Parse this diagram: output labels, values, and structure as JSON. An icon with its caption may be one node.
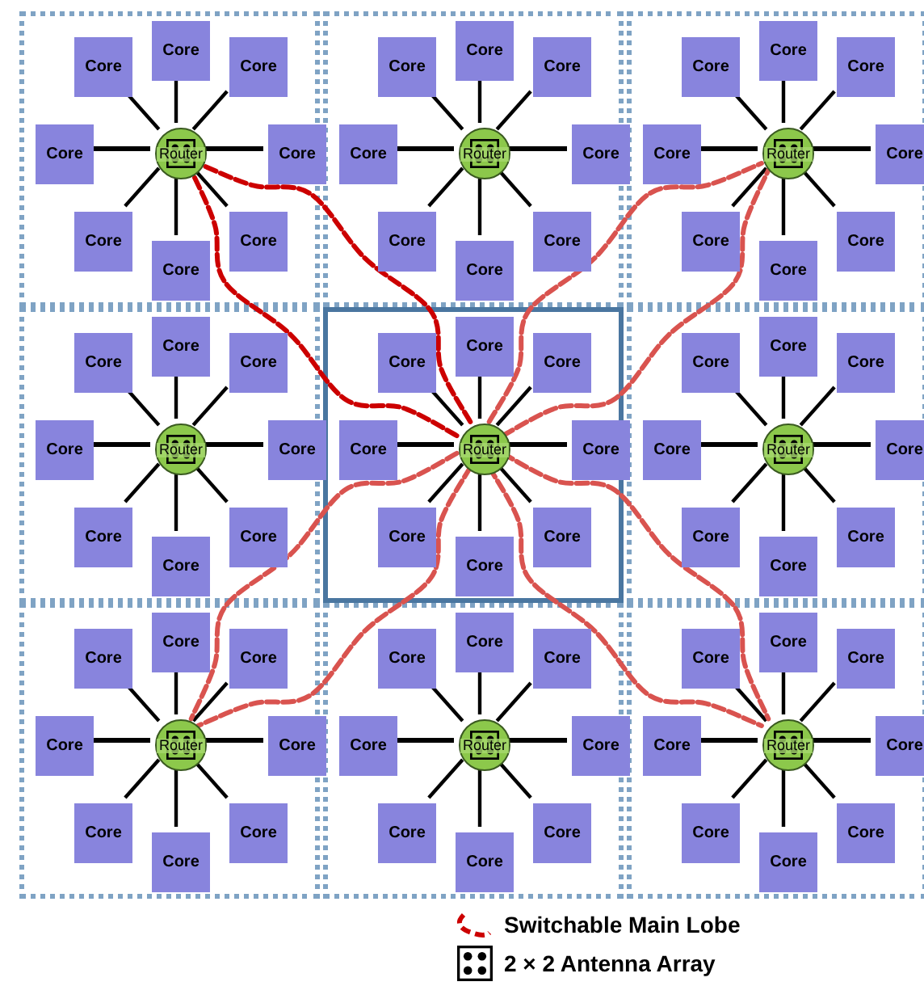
{
  "diagram": {
    "nodes": [
      {
        "text": [],
        "shape": "box"
      },
      {
        "text": [
          "Router"
        ],
        "in": 0
      },
      {
        "text": [
          "Core"
        ],
        "in": 0
      },
      {
        "text": [
          "Core"
        ],
        "in": 0
      },
      {
        "text": [
          "Core"
        ],
        "in": 0
      },
      {
        "text": [
          "Core"
        ],
        "in": 0
      },
      {
        "text": [
          "Core"
        ],
        "in": 0
      },
      {
        "text": [
          "Core"
        ],
        "in": 0
      },
      {
        "text": [
          "Core"
        ],
        "in": 0
      },
      {
        "text": [
          "Core"
        ],
        "in": 0
      },
      {
        "text": [],
        "shape": "box"
      },
      {
        "text": [
          "Router"
        ],
        "in": 10
      },
      {
        "text": [
          "Core"
        ],
        "in": 10
      },
      {
        "text": [
          "Core"
        ],
        "in": 10
      },
      {
        "text": [
          "Core"
        ],
        "in": 10
      },
      {
        "text": [
          "Core"
        ],
        "in": 10
      },
      {
        "text": [
          "Core"
        ],
        "in": 10
      },
      {
        "text": [
          "Core"
        ],
        "in": 10
      },
      {
        "text": [
          "Core"
        ],
        "in": 10
      },
      {
        "text": [
          "Core"
        ],
        "in": 10
      },
      {
        "text": [],
        "shape": "box"
      },
      {
        "text": [
          "Router"
        ],
        "in": 20
      },
      {
        "text": [
          "Core"
        ],
        "in": 20
      },
      {
        "text": [
          "Core"
        ],
        "in": 20
      },
      {
        "text": [
          "Core"
        ],
        "in": 20
      },
      {
        "text": [
          "Core"
        ],
        "in": 20
      },
      {
        "text": [
          "Core"
        ],
        "in": 20
      },
      {
        "text": [
          "Core"
        ],
        "in": 20
      },
      {
        "text": [
          "Core"
        ],
        "in": 20
      },
      {
        "text": [
          "Core"
        ],
        "in": 20
      },
      {
        "text": [],
        "shape": "box"
      },
      {
        "text": [
          "Router"
        ],
        "in": 30
      },
      {
        "text": [
          "Core"
        ],
        "in": 30
      },
      {
        "text": [
          "Core"
        ],
        "in": 30
      },
      {
        "text": [
          "Core"
        ],
        "in": 30
      },
      {
        "text": [
          "Core"
        ],
        "in": 30
      },
      {
        "text": [
          "Core"
        ],
        "in": 30
      },
      {
        "text": [
          "Core"
        ],
        "in": 30
      },
      {
        "text": [
          "Core"
        ],
        "in": 30
      },
      {
        "text": [
          "Core"
        ],
        "in": 30
      },
      {
        "text": [],
        "shape": "box"
      },
      {
        "text": [
          "Router"
        ],
        "in": 40
      },
      {
        "text": [
          "Core"
        ],
        "in": 40
      },
      {
        "text": [
          "Core"
        ],
        "in": 40
      },
      {
        "text": [
          "Core"
        ],
        "in": 40
      },
      {
        "text": [
          "Core"
        ],
        "in": 40
      },
      {
        "text": [
          "Core"
        ],
        "in": 40
      },
      {
        "text": [
          "Core"
        ],
        "in": 40
      },
      {
        "text": [
          "Core"
        ],
        "in": 40
      },
      {
        "text": [
          "Core"
        ],
        "in": 40
      },
      {
        "text": [],
        "shape": "box"
      },
      {
        "text": [
          "Router"
        ],
        "in": 50
      },
      {
        "text": [
          "Core"
        ],
        "in": 50
      },
      {
        "text": [
          "Core"
        ],
        "in": 50
      },
      {
        "text": [
          "Core"
        ],
        "in": 50
      },
      {
        "text": [
          "Core"
        ],
        "in": 50
      },
      {
        "text": [
          "Core"
        ],
        "in": 50
      },
      {
        "text": [
          "Core"
        ],
        "in": 50
      },
      {
        "text": [
          "Core"
        ],
        "in": 50
      },
      {
        "text": [
          "Core"
        ],
        "in": 50
      },
      {
        "text": [],
        "shape": "box"
      },
      {
        "text": [
          "Router"
        ],
        "in": 60
      },
      {
        "text": [
          "Core"
        ],
        "in": 60
      },
      {
        "text": [
          "Core"
        ],
        "in": 60
      },
      {
        "text": [
          "Core"
        ],
        "in": 60
      },
      {
        "text": [
          "Core"
        ],
        "in": 60
      },
      {
        "text": [
          "Core"
        ],
        "in": 60
      },
      {
        "text": [
          "Core"
        ],
        "in": 60
      },
      {
        "text": [
          "Core"
        ],
        "in": 60
      },
      {
        "text": [
          "Core"
        ],
        "in": 60
      },
      {
        "text": [],
        "shape": "box"
      },
      {
        "text": [
          "Router"
        ],
        "in": 70
      },
      {
        "text": [
          "Core"
        ],
        "in": 70
      },
      {
        "text": [
          "Core"
        ],
        "in": 70
      },
      {
        "text": [
          "Core"
        ],
        "in": 70
      },
      {
        "text": [
          "Core"
        ],
        "in": 70
      },
      {
        "text": [
          "Core"
        ],
        "in": 70
      },
      {
        "text": [
          "Core"
        ],
        "in": 70
      },
      {
        "text": [
          "Core"
        ],
        "in": 70
      },
      {
        "text": [
          "Core"
        ],
        "in": 70
      },
      {
        "text": [],
        "shape": "box"
      },
      {
        "text": [
          "Router"
        ],
        "in": 80
      },
      {
        "text": [
          "Core"
        ],
        "in": 80
      },
      {
        "text": [
          "Core"
        ],
        "in": 80
      },
      {
        "text": [
          "Core"
        ],
        "in": 80
      },
      {
        "text": [
          "Core"
        ],
        "in": 80
      },
      {
        "text": [
          "Core"
        ],
        "in": 80
      },
      {
        "text": [
          "Core"
        ],
        "in": 80
      },
      {
        "text": [
          "Core"
        ],
        "in": 80
      },
      {
        "text": [
          "Core"
        ],
        "in": 80
      }
    ],
    "edges": [
      {
        "from": 1,
        "to": 2,
        "arrow": "none"
      },
      {
        "from": 1,
        "to": 3,
        "arrow": "none"
      },
      {
        "from": 1,
        "to": 4,
        "arrow": "none"
      },
      {
        "from": 1,
        "to": 5,
        "arrow": "none"
      },
      {
        "from": 1,
        "to": 6,
        "arrow": "none"
      },
      {
        "from": 1,
        "to": 7,
        "arrow": "none"
      },
      {
        "from": 1,
        "to": 8,
        "arrow": "none"
      },
      {
        "from": 1,
        "to": 9,
        "arrow": "none"
      },
      {
        "from": 11,
        "to": 12,
        "arrow": "none"
      },
      {
        "from": 11,
        "to": 13,
        "arrow": "none"
      },
      {
        "from": 11,
        "to": 14,
        "arrow": "none"
      },
      {
        "from": 11,
        "to": 15,
        "arrow": "none"
      },
      {
        "from": 11,
        "to": 16,
        "arrow": "none"
      },
      {
        "from": 11,
        "to": 17,
        "arrow": "none"
      },
      {
        "from": 11,
        "to": 18,
        "arrow": "none"
      },
      {
        "from": 11,
        "to": 19,
        "arrow": "none"
      },
      {
        "from": 21,
        "to": 22,
        "arrow": "none"
      },
      {
        "from": 21,
        "to": 23,
        "arrow": "none"
      },
      {
        "from": 21,
        "to": 24,
        "arrow": "none"
      },
      {
        "from": 21,
        "to": 25,
        "arrow": "none"
      },
      {
        "from": 21,
        "to": 26,
        "arrow": "none"
      },
      {
        "from": 21,
        "to": 27,
        "arrow": "none"
      },
      {
        "from": 21,
        "to": 28,
        "arrow": "none"
      },
      {
        "from": 21,
        "to": 29,
        "arrow": "none"
      },
      {
        "from": 31,
        "to": 32,
        "arrow": "none"
      },
      {
        "from": 31,
        "to": 33,
        "arrow": "none"
      },
      {
        "from": 31,
        "to": 34,
        "arrow": "none"
      },
      {
        "from": 31,
        "to": 35,
        "arrow": "none"
      },
      {
        "from": 31,
        "to": 36,
        "arrow": "none"
      },
      {
        "from": 31,
        "to": 37,
        "arrow": "none"
      },
      {
        "from": 31,
        "to": 38,
        "arrow": "none"
      },
      {
        "from": 31,
        "to": 39,
        "arrow": "none"
      },
      {
        "from": 41,
        "to": 42,
        "arrow": "none"
      },
      {
        "from": 41,
        "to": 43,
        "arrow": "none"
      },
      {
        "from": 41,
        "to": 44,
        "arrow": "none"
      },
      {
        "from": 41,
        "to": 45,
        "arrow": "none"
      },
      {
        "from": 41,
        "to": 46,
        "arrow": "none"
      },
      {
        "from": 41,
        "to": 47,
        "arrow": "none"
      },
      {
        "from": 41,
        "to": 48,
        "arrow": "none"
      },
      {
        "from": 41,
        "to": 49,
        "arrow": "none"
      },
      {
        "from": 51,
        "to": 52,
        "arrow": "none"
      },
      {
        "from": 51,
        "to": 53,
        "arrow": "none"
      },
      {
        "from": 51,
        "to": 54,
        "arrow": "none"
      },
      {
        "from": 51,
        "to": 55,
        "arrow": "none"
      },
      {
        "from": 51,
        "to": 56,
        "arrow": "none"
      },
      {
        "from": 51,
        "to": 57,
        "arrow": "none"
      },
      {
        "from": 51,
        "to": 58,
        "arrow": "none"
      },
      {
        "from": 51,
        "to": 59,
        "arrow": "none"
      },
      {
        "from": 61,
        "to": 62,
        "arrow": "none"
      },
      {
        "from": 61,
        "to": 63,
        "arrow": "none"
      },
      {
        "from": 61,
        "to": 64,
        "arrow": "none"
      },
      {
        "from": 61,
        "to": 65,
        "arrow": "none"
      },
      {
        "from": 61,
        "to": 66,
        "arrow": "none"
      },
      {
        "from": 61,
        "to": 67,
        "arrow": "none"
      },
      {
        "from": 61,
        "to": 68,
        "arrow": "none"
      },
      {
        "from": 61,
        "to": 69,
        "arrow": "none"
      },
      {
        "from": 71,
        "to": 72,
        "arrow": "none"
      },
      {
        "from": 71,
        "to": 73,
        "arrow": "none"
      },
      {
        "from": 71,
        "to": 74,
        "arrow": "none"
      },
      {
        "from": 71,
        "to": 75,
        "arrow": "none"
      },
      {
        "from": 71,
        "to": 76,
        "arrow": "none"
      },
      {
        "from": 71,
        "to": 77,
        "arrow": "none"
      },
      {
        "from": 71,
        "to": 78,
        "arrow": "none"
      },
      {
        "from": 71,
        "to": 79,
        "arrow": "none"
      },
      {
        "from": 81,
        "to": 82,
        "arrow": "none"
      },
      {
        "from": 81,
        "to": 83,
        "arrow": "none"
      },
      {
        "from": 81,
        "to": 84,
        "arrow": "none"
      },
      {
        "from": 81,
        "to": 85,
        "arrow": "none"
      },
      {
        "from": 81,
        "to": 86,
        "arrow": "none"
      },
      {
        "from": 81,
        "to": 87,
        "arrow": "none"
      },
      {
        "from": 81,
        "to": 88,
        "arrow": "none"
      },
      {
        "from": 81,
        "to": 89,
        "arrow": "none"
      },
      {
        "from": 41,
        "to": 1,
        "arrow": "none",
        "style": "dashed",
        "color": "#cc0000"
      },
      {
        "from": 41,
        "to": 21,
        "arrow": "none",
        "style": "dashed",
        "color": "#d9534f"
      },
      {
        "from": 41,
        "to": 61,
        "arrow": "none",
        "style": "dashed",
        "color": "#d9534f"
      },
      {
        "from": 41,
        "to": 81,
        "arrow": "none",
        "style": "dashed",
        "color": "#d9534f"
      }
    ],
    "legend": [
      {
        "text": "Switchable Main Lobe"
      },
      {
        "text": "2 × 2 Antenna Array"
      }
    ]
  }
}
